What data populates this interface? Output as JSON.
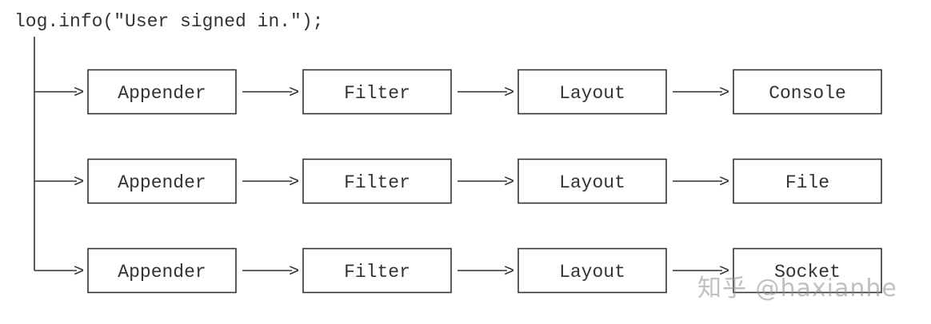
{
  "code_line": "log.info(\"User signed in.\");",
  "pipelines": [
    {
      "stages": [
        "Appender",
        "Filter",
        "Layout",
        "Console"
      ]
    },
    {
      "stages": [
        "Appender",
        "Filter",
        "Layout",
        "File"
      ]
    },
    {
      "stages": [
        "Appender",
        "Filter",
        "Layout",
        "Socket"
      ]
    }
  ],
  "arrow_glyph": ">",
  "watermark": "知乎 @haxianhe",
  "colors": {
    "line": "#333333",
    "text": "#333333",
    "background": "#ffffff"
  }
}
